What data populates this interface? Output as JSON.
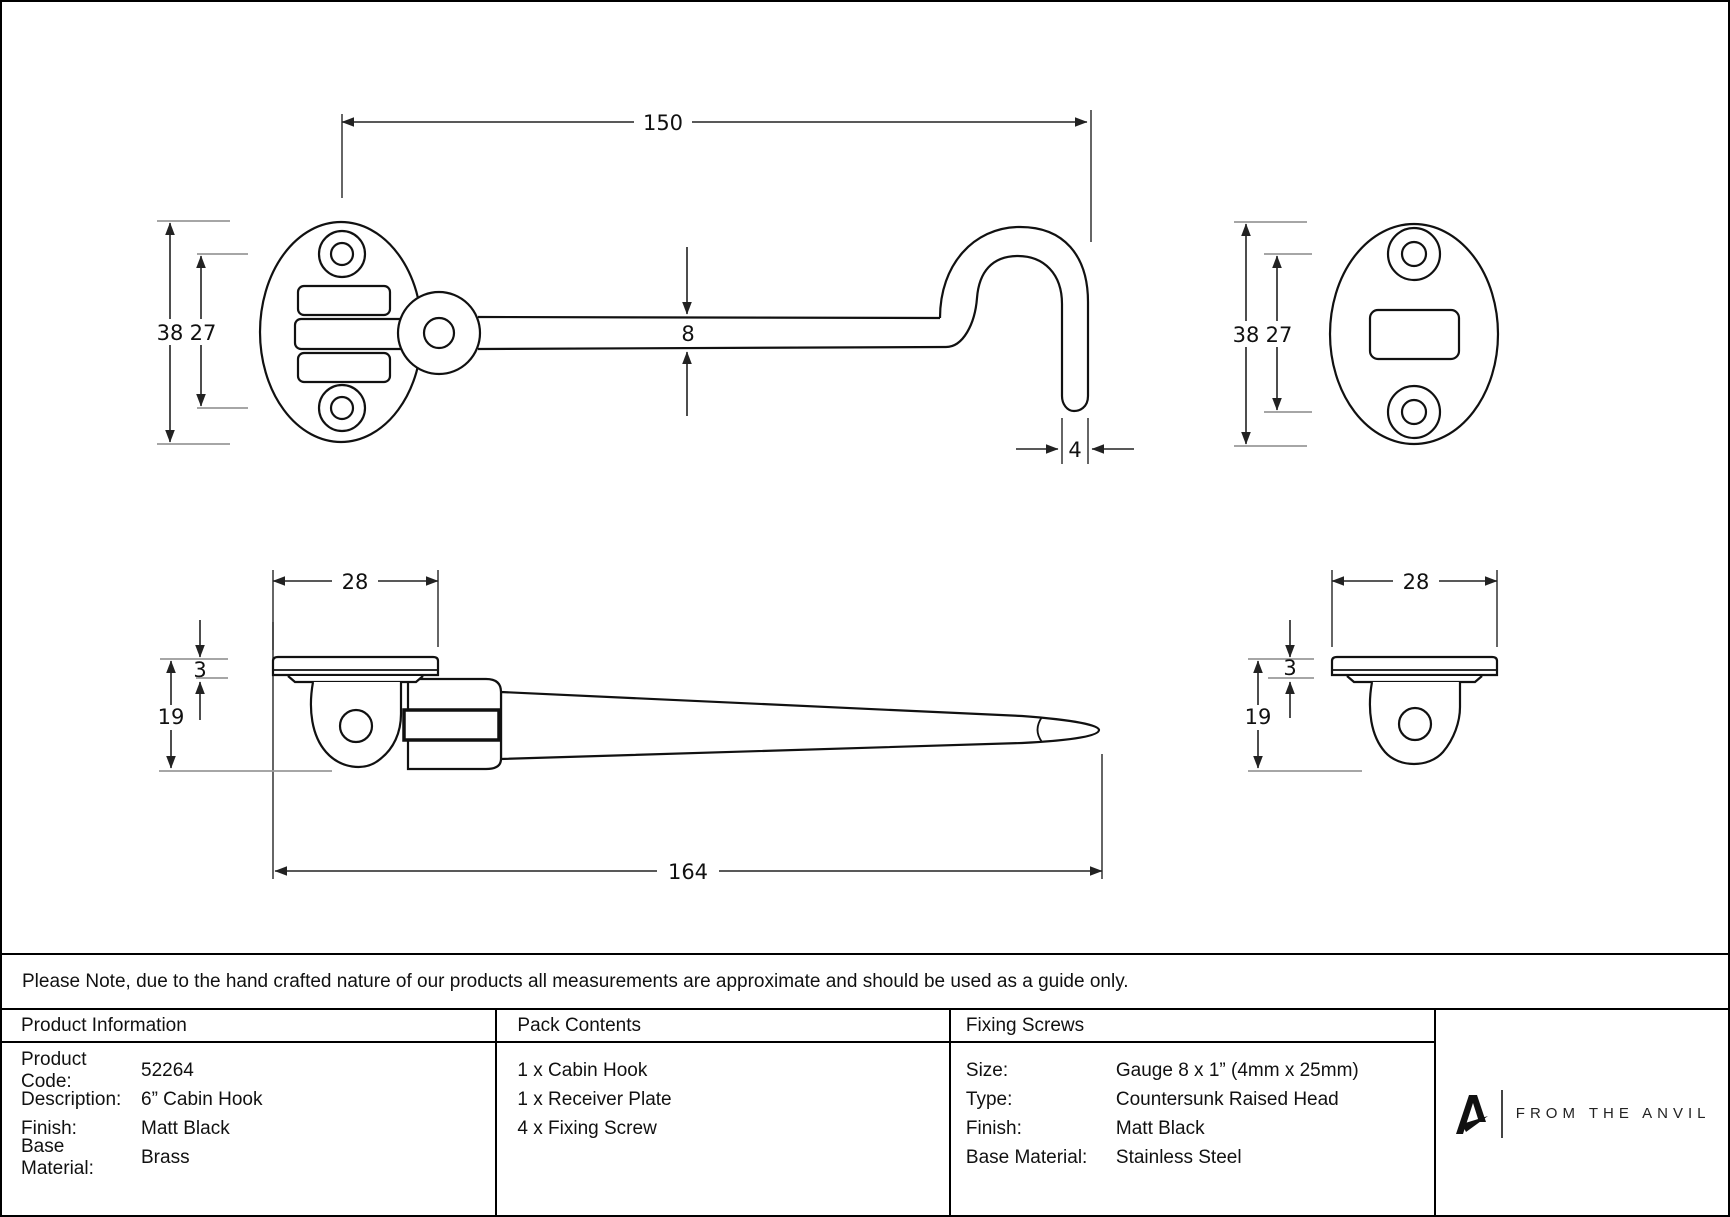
{
  "note": "Please Note, due to the hand crafted nature of our products all measurements are approximate and should be used as a guide only.",
  "drawings": {
    "hook_plan": {
      "length": "150",
      "plate_height": "38",
      "hole_spacing": "27",
      "shaft_dia": "8",
      "hook_dia": "4"
    },
    "receiver_plan": {
      "plate_height": "38",
      "hole_spacing": "27"
    },
    "hook_side": {
      "plate_width": "28",
      "plate_thickness": "3",
      "projection": "19",
      "overall_length": "164"
    },
    "receiver_side": {
      "plate_width": "28",
      "plate_thickness": "3",
      "projection": "19"
    }
  },
  "table": {
    "product_information": {
      "header": "Product Information",
      "rows": [
        {
          "label": "Product Code:",
          "value": "52264"
        },
        {
          "label": "Description:",
          "value": "6” Cabin Hook"
        },
        {
          "label": "Finish:",
          "value": "Matt Black"
        },
        {
          "label": "Base Material:",
          "value": "Brass"
        }
      ]
    },
    "pack_contents": {
      "header": "Pack Contents",
      "items": [
        "1 x Cabin Hook",
        "1 x Receiver Plate",
        "4 x Fixing Screw"
      ]
    },
    "fixing_screws": {
      "header": "Fixing Screws",
      "rows": [
        {
          "label": "Size:",
          "value": "Gauge 8 x 1” (4mm x 25mm)"
        },
        {
          "label": "Type:",
          "value": "Countersunk Raised Head"
        },
        {
          "label": "Finish:",
          "value": "Matt Black"
        },
        {
          "label": "Base Material:",
          "value": "Stainless Steel"
        }
      ]
    }
  },
  "brand": {
    "name": "FROM THE ANVIL"
  }
}
